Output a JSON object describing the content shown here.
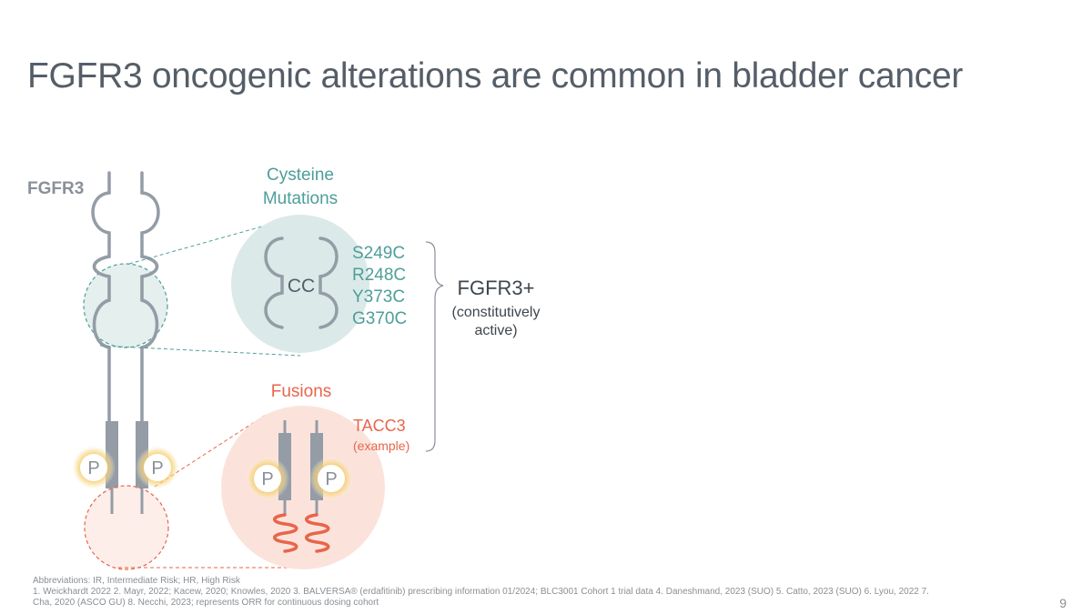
{
  "slide": {
    "title": "FGFR3 oncogenic alterations are common in bladder cancer",
    "page_number": "9"
  },
  "diagram": {
    "receptor_label": "FGFR3",
    "cysteine_heading_line1": "Cysteine",
    "cysteine_heading_line2": "Mutations",
    "disulfide_label": "CC",
    "mutations": [
      "S249C",
      "R248C",
      "Y373C",
      "G370C"
    ],
    "fusions_heading": "Fusions",
    "fusion_partner": "TACC3",
    "fusion_note": "(example)",
    "phospho_label": "P",
    "outcome_label": "FGFR3+",
    "outcome_note_line1": "(constitutively",
    "outcome_note_line2": "active)",
    "colors": {
      "teal": "#4e9e9a",
      "teal_fill": "#dbeae8",
      "orange": "#e8654a",
      "orange_fill": "#fbe3dc",
      "receptor_gray": "#949ca6",
      "title_gray": "#555e68",
      "glow": "#f3c85c"
    }
  },
  "footnotes": {
    "line1": "Abbreviations: IR, Intermediate Risk; HR, High Risk",
    "line2": "1. Weickhardt 2022 2. Mayr, 2022; Kacew, 2020; Knowles, 2020 3. BALVERSA® (erdafitinib) prescribing information 01/2024; BLC3001 Cohort 1 trial data 4. Daneshmand, 2023 (SUO) 5. Catto, 2023 (SUO) 6. Lyou, 2022 7.",
    "line3": "Cha, 2020 (ASCO GU) 8. Necchi, 2023; represents ORR for continuous dosing cohort"
  }
}
